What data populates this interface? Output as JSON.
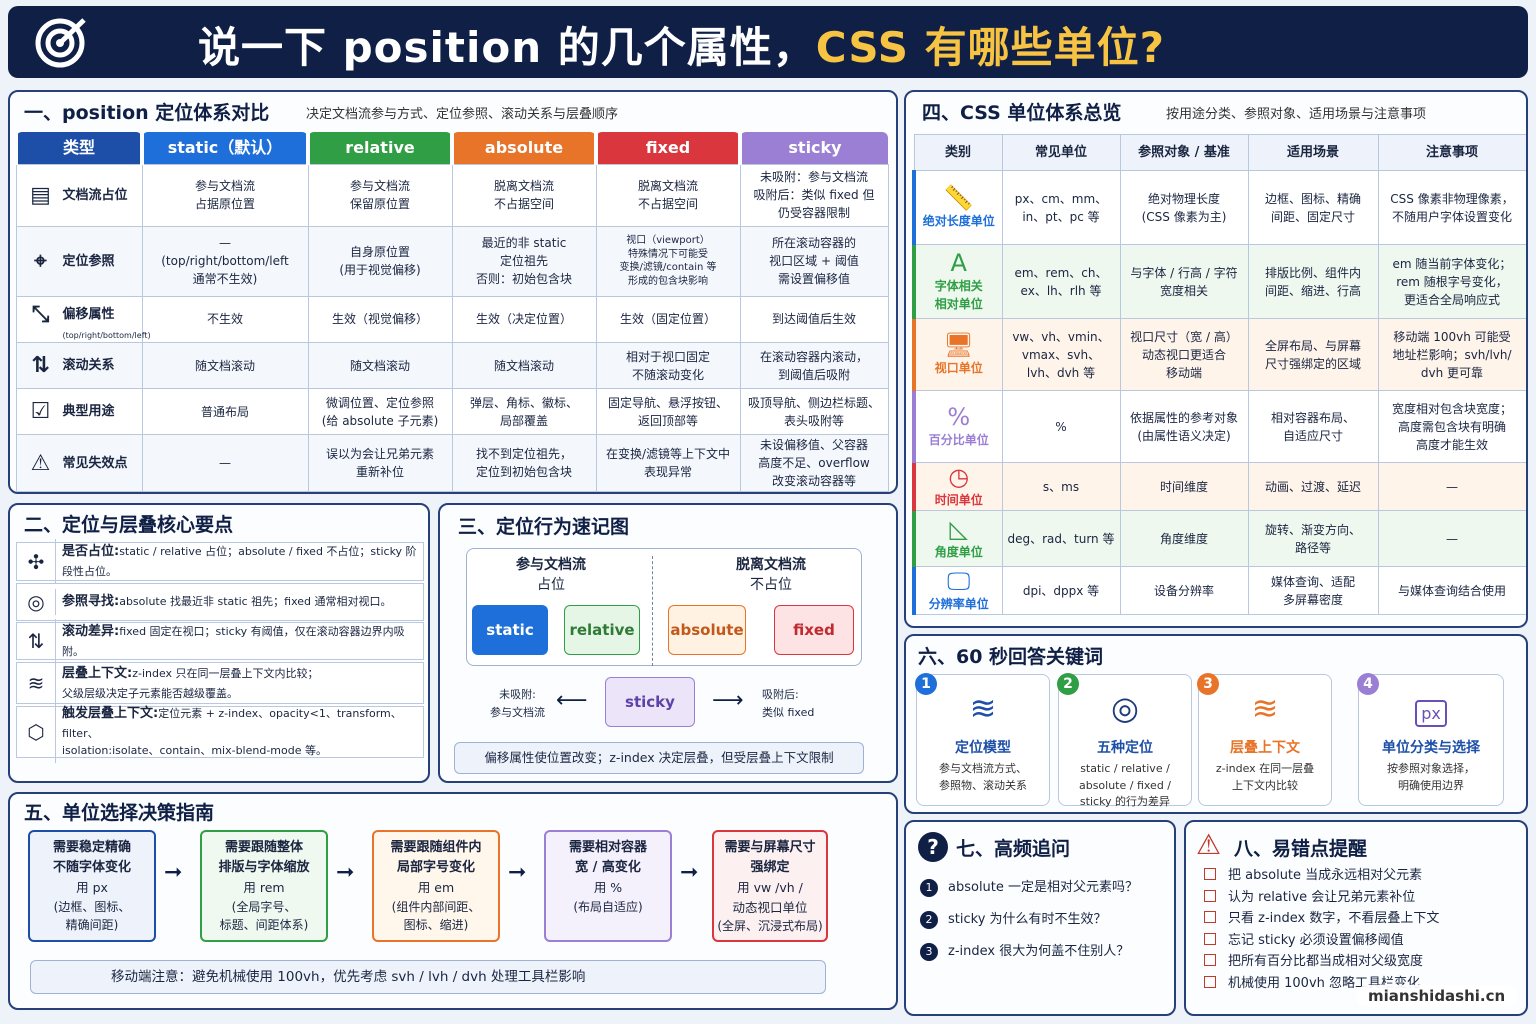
{
  "header": {
    "title_a": "说一下 position 的几个属性，",
    "title_b": "CSS 有哪些单位?"
  },
  "s1": {
    "title": "一、position 定位体系对比",
    "subtitle": "决定文档流参与方式、定位参照、滚动关系与层叠顺序",
    "cols": [
      "类型",
      "static（默认）",
      "relative",
      "absolute",
      "fixed",
      "sticky"
    ],
    "colors": [
      "#1d4fa8",
      "#1e6fd9",
      "#2f9e44",
      "#e8742a",
      "#d9363e",
      "#9b7fd4"
    ],
    "rows": [
      {
        "icon": "▤",
        "label": "文档流占位",
        "cells": [
          "参与文档流\n占据原位置",
          "参与文档流\n保留原位置",
          "脱离文档流\n不占据空间",
          "脱离文档流\n不占据空间",
          "未吸附：参与文档流\n吸附后：类似 fixed 但\n仍受容器限制"
        ]
      },
      {
        "icon": "⌖",
        "label": "定位参照",
        "cells": [
          "—\n(top/right/bottom/left\n通常不生效)",
          "自身原位置\n(用于视觉偏移)",
          "最近的非 static\n定位祖先\n否则：初始包含块",
          "视口（viewport）\n特殊情况下可能受\n变换/滤镜/contain 等\n形成的包含块影响",
          "所在滚动容器的\n视口区域 + 阈值\n需设置偏移值"
        ]
      },
      {
        "icon": "⤡",
        "label": "偏移属性",
        "sub": "(top/right/bottom/left)",
        "cells": [
          "不生效",
          "生效（视觉偏移）",
          "生效（决定位置）",
          "生效（固定位置）",
          "到达阈值后生效"
        ]
      },
      {
        "icon": "⇅",
        "label": "滚动关系",
        "cells": [
          "随文档滚动",
          "随文档滚动",
          "随文档滚动",
          "相对于视口固定\n不随滚动变化",
          "在滚动容器内滚动，\n到阈值后吸附"
        ]
      },
      {
        "icon": "☑",
        "label": "典型用途",
        "cells": [
          "普通布局",
          "微调位置、定位参照\n(给 absolute 子元素)",
          "弹层、角标、徽标、\n局部覆盖",
          "固定导航、悬浮按钮、\n返回顶部等",
          "吸顶导航、侧边栏标题、\n表头吸附等"
        ]
      },
      {
        "icon": "⚠",
        "label": "常见失效点",
        "cells": [
          "—",
          "误以为会让兄弟元素\n重新补位",
          "找不到定位祖先，\n定位到初始包含块",
          "在变换/滤镜等上下文中\n表现异常",
          "未设偏移值、父容器\n高度不足、overflow\n改变滚动容器等"
        ]
      }
    ]
  },
  "s2": {
    "title": "二、定位与层叠核心要点",
    "items": [
      {
        "icon": "✣",
        "head": "是否占位:",
        "text": "static / relative 占位；absolute / fixed 不占位；sticky 阶段性占位。"
      },
      {
        "icon": "◎",
        "head": "参照寻找:",
        "text": "absolute 找最近非 static 祖先；fixed 通常相对视口。"
      },
      {
        "icon": "⇅",
        "head": "滚动差异:",
        "text": "fixed 固定在视口；sticky 有阈值，仅在滚动容器边界内吸附。"
      },
      {
        "icon": "≋",
        "head": "层叠上下文:",
        "text": "z-index 只在同一层叠上下文内比较；",
        "text2": "父级层级决定子元素能否越级覆盖。"
      },
      {
        "icon": "⬡",
        "head": "触发层叠上下文:",
        "text": "定位元素 + z-index、opacity<1、transform、filter、",
        "text2": "isolation:isolate、contain、mix-blend-mode 等。"
      }
    ]
  },
  "s3": {
    "title": "三、定位行为速记图",
    "left_h": "参与文档流",
    "left_s": "占位",
    "right_h": "脱离文档流",
    "right_s": "不占位",
    "b_static": "static",
    "b_relative": "relative",
    "b_absolute": "absolute",
    "b_fixed": "fixed",
    "b_sticky": "sticky",
    "l1": "未吸附:",
    "l2": "参与文档流",
    "r1": "吸附后:",
    "r2": "类似 fixed",
    "note": "偏移属性使位置改变；z-index 决定层叠，但受层叠上下文限制"
  },
  "s4": {
    "title": "四、CSS 单位体系总览",
    "subtitle": "按用途分类、参照对象、适用场景与注意事项",
    "cols": [
      "类别",
      "常见单位",
      "参照对象 / 基准",
      "适用场景",
      "注意事项"
    ],
    "rows": [
      {
        "icon": "📏",
        "cat": "绝对长度单位",
        "color": "#1e6fd9",
        "bg": "#ffffff",
        "cells": [
          "px、cm、mm、\nin、pt、pc 等",
          "绝对物理长度\n(CSS 像素为主)",
          "边框、图标、精确\n间距、固定尺寸",
          "CSS 像素非物理像素，\n不随用户字体设置变化"
        ]
      },
      {
        "icon": "A",
        "cat": "字体相关\n相对单位",
        "color": "#2f9e44",
        "bg": "#eef8ef",
        "cells": [
          "em、rem、ch、\nex、lh、rlh 等",
          "与字体 / 行高 / 字符\n宽度相关",
          "排版比例、组件内\n间距、缩进、行高",
          "em 随当前字体变化；\nrem 随根字号变化，\n更适合全局响应式"
        ]
      },
      {
        "icon": "🖥",
        "cat": "视口单位",
        "color": "#e8742a",
        "bg": "#fff4ea",
        "cells": [
          "vw、vh、vmin、\nvmax、svh、\nlvh、dvh 等",
          "视口尺寸（宽 / 高）\n动态视口更适合\n移动端",
          "全屏布局、与屏幕\n尺寸强绑定的区域",
          "移动端 100vh 可能受\n地址栏影响；svh/lvh/\ndvh 更可靠"
        ]
      },
      {
        "icon": "%",
        "cat": "百分比单位",
        "color": "#9b7fd4",
        "bg": "#ffffff",
        "cells": [
          "%",
          "依据属性的参考对象\n(由属性语义决定)",
          "相对容器布局、\n自适应尺寸",
          "宽度相对包含块宽度；\n高度需包含块有明确\n高度才能生效"
        ]
      },
      {
        "icon": "◷",
        "cat": "时间单位",
        "color": "#d9363e",
        "bg": "#fff4ea",
        "cells": [
          "s、ms",
          "时间维度",
          "动画、过渡、延迟",
          "—"
        ]
      },
      {
        "icon": "◺",
        "cat": "角度单位",
        "color": "#2f9e44",
        "bg": "#eef8ef",
        "cells": [
          "deg、rad、turn 等",
          "角度维度",
          "旋转、渐变方向、\n路径等",
          "—"
        ]
      },
      {
        "icon": "🖵",
        "cat": "分辨率单位",
        "color": "#1e6fd9",
        "bg": "#ffffff",
        "cells": [
          "dpi、dppx 等",
          "设备分辨率",
          "媒体查询、适配\n多屏幕密度",
          "与媒体查询结合使用"
        ]
      }
    ]
  },
  "s5": {
    "title": "五、单位选择决策指南",
    "cards": [
      {
        "h": "需要稳定精确\n不随字体变化",
        "u": "用 px",
        "n": "(边框、图标、\n精确间距)",
        "color": "#1d4fa8",
        "bg": "#eef3fb"
      },
      {
        "h": "需要跟随整体\n排版与字体缩放",
        "u": "用 rem",
        "n": "(全局字号、\n标题、间距体系)",
        "color": "#2f9e44",
        "bg": "#f0f9f0"
      },
      {
        "h": "需要跟随组件内\n局部字号变化",
        "u": "用 em",
        "n": "(组件内部间距、\n图标、缩进)",
        "color": "#e8742a",
        "bg": "#fff6ec"
      },
      {
        "h": "需要相对容器\n宽 / 高变化",
        "u": "用 %",
        "n": "(布局自适应)",
        "color": "#9b7fd4",
        "bg": "#f5f1fc"
      },
      {
        "h": "需要与屏幕尺寸\n强绑定",
        "u": "用 vw /vh /\n动态视口单位",
        "n": "(全屏、沉浸式布局)",
        "color": "#d9363e",
        "bg": "#fdf0f0"
      }
    ],
    "note": "移动端注意：避免机械使用 100vh，优先考虑 svh / lvh / dvh 处理工具栏影响"
  },
  "s6": {
    "title": "六、60 秒回答关键词",
    "items": [
      {
        "num": "1",
        "numc": "#1e6fd9",
        "icon": "≋",
        "icol": "#1d4fa8",
        "t": "定位模型",
        "tc": "#1d4fa8",
        "d": "参与文档流方式、\n参照物、滚动关系"
      },
      {
        "num": "2",
        "numc": "#2f9e44",
        "icon": "◎",
        "icol": "#1e3a7a",
        "t": "五种定位",
        "tc": "#1d4fa8",
        "d": "static / relative /\nabsolute / fixed /\nsticky 的行为差异"
      },
      {
        "num": "3",
        "numc": "#e8742a",
        "icon": "≋",
        "icol": "#e8742a",
        "t": "层叠上下文",
        "tc": "#e8742a",
        "d": "z-index 在同一层叠\n上下文内比较"
      },
      {
        "num": "4",
        "numc": "#9b7fd4",
        "icon": "px",
        "icol": "#6b4fb8",
        "t": "单位分类与选择",
        "tc": "#1d4fa8",
        "d": "按参照对象选择，\n明确使用边界"
      }
    ]
  },
  "s7": {
    "title": "七、高频追问",
    "items": [
      {
        "n": "1",
        "t": "absolute 一定是相对父元素吗？"
      },
      {
        "n": "2",
        "t": "sticky 为什么有时不生效？"
      },
      {
        "n": "3",
        "t": "z-index 很大为何盖不住别人？"
      }
    ]
  },
  "s8": {
    "title": "八、易错点提醒",
    "items": [
      "把 absolute 当成永远相对父元素",
      "认为 relative 会让兄弟元素补位",
      "只看 z-index 数字，不看层叠上下文",
      "忘记 sticky 必须设置偏移阈值",
      "把所有百分比都当成相对父级宽度",
      "机械使用 100vh 忽略工具栏变化"
    ]
  },
  "watermark": "mianshidashi.cn"
}
